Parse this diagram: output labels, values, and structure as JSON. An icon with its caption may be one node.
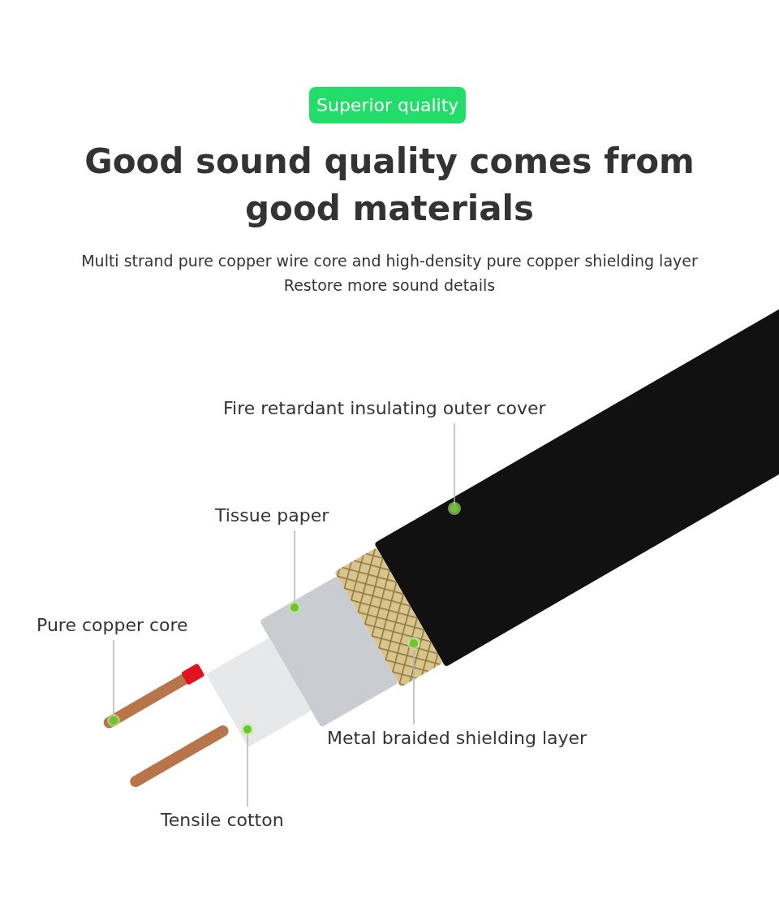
{
  "diagram": {
    "title": "Good sound quality comes from good materials",
    "nodes": [
      {
        "text": [
          "Superior quality"
        ]
      },
      {
        "text": [
          "Fire retardant insulating outer cover"
        ]
      },
      {
        "text": [
          "Tissue paper"
        ]
      },
      {
        "text": [
          "Pure copper core"
        ]
      },
      {
        "text": [
          "Metal braided shielding layer"
        ]
      },
      {
        "text": [
          "Tensile cotton"
        ]
      },
      {
        "text": [],
        "shape": "cylinder"
      },
      {
        "text": [],
        "shape": "cylinder"
      },
      {
        "text": [],
        "shape": "cylinder"
      },
      {
        "text": [],
        "shape": "cylinder"
      },
      {
        "text": [],
        "shape": "cylinder"
      }
    ],
    "edges": [
      {
        "from": 1,
        "to": 6,
        "arrow": "other"
      },
      {
        "from": 2,
        "to": 7,
        "arrow": "other"
      },
      {
        "from": 3,
        "to": 8,
        "arrow": "other"
      },
      {
        "from": 4,
        "to": 9,
        "arrow": "other"
      },
      {
        "from": 5,
        "to": 10,
        "arrow": "other"
      }
    ],
    "labels": [
      "Multi strand pure copper wire core and high-density pure copper shielding layer",
      "Restore more sound details"
    ]
  }
}
